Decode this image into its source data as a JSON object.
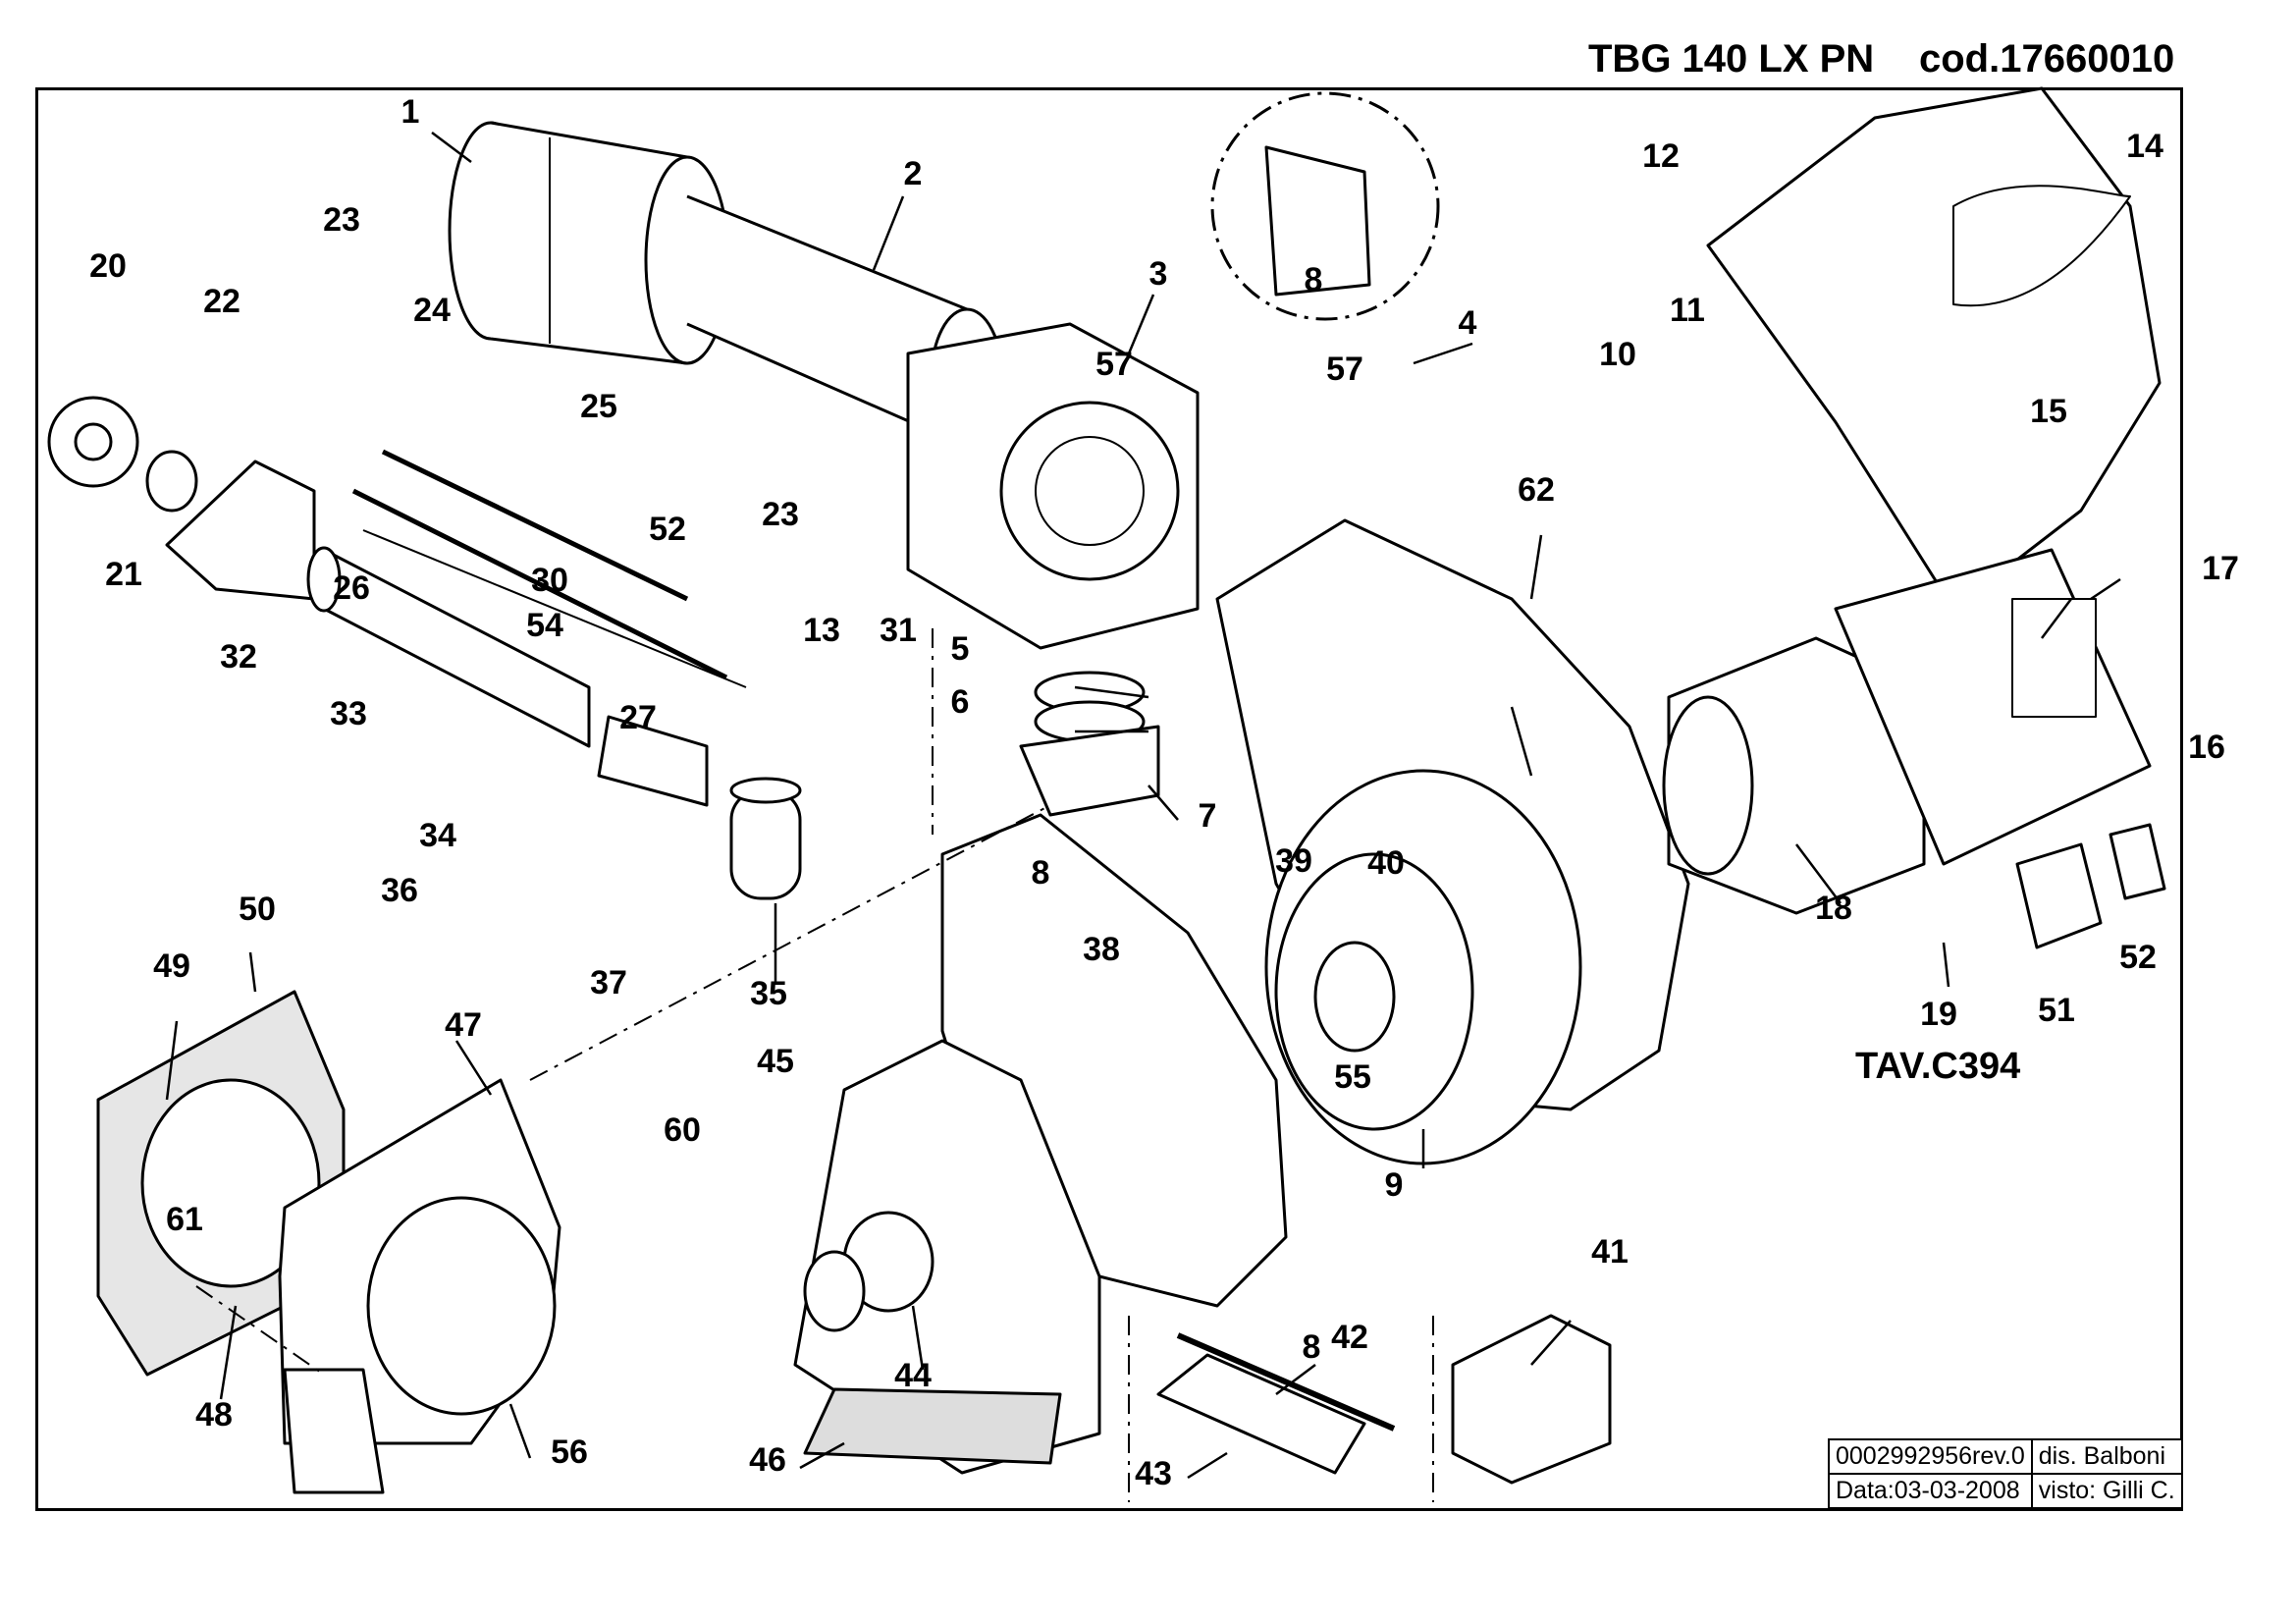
{
  "header": {
    "title": "TBG 140 LX PN",
    "code": "cod.17660010"
  },
  "plate": "TAV.C394",
  "callouts": [
    "1",
    "2",
    "3",
    "4",
    "5",
    "6",
    "7",
    "8",
    "8",
    "8",
    "9",
    "10",
    "11",
    "12",
    "13",
    "14",
    "15",
    "16",
    "17",
    "18",
    "19",
    "20",
    "21",
    "22",
    "23",
    "23",
    "24",
    "25",
    "26",
    "27",
    "30",
    "31",
    "32",
    "33",
    "34",
    "35",
    "36",
    "37",
    "38",
    "39",
    "40",
    "41",
    "42",
    "43",
    "44",
    "45",
    "46",
    "47",
    "48",
    "49",
    "50",
    "51",
    "52",
    "52",
    "54",
    "55",
    "56",
    "57",
    "57",
    "60",
    "61",
    "62"
  ],
  "title_block": {
    "doc_rev": "0002992956rev.0",
    "drawn": "dis. Balboni",
    "date": "Data:03-03-2008",
    "checked": "visto: Gilli C."
  }
}
